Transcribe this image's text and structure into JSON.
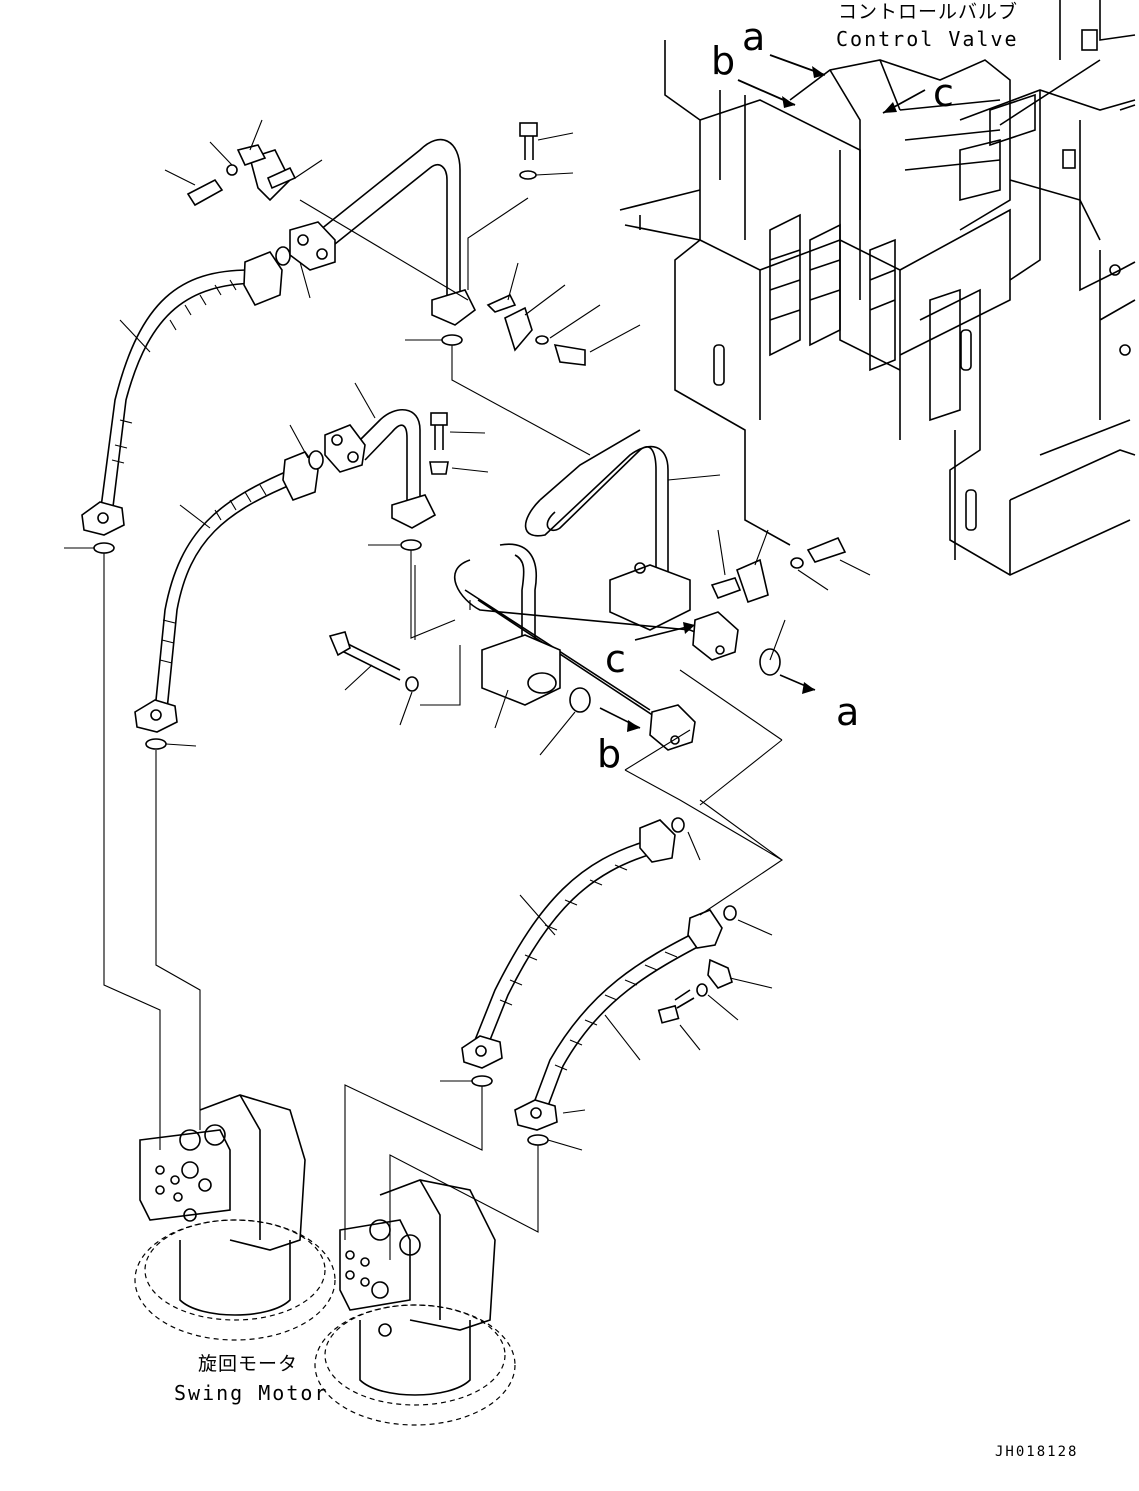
{
  "labels": {
    "control_valve_jp": "コントロールバルブ",
    "control_valve_en": "Control Valve",
    "swing_motor_jp": "旋回モータ",
    "swing_motor_en": "Swing Motor",
    "drawing_code": "JH018128"
  },
  "callouts": {
    "a_top": "a",
    "b_top": "b",
    "c_top": "c",
    "a_mid": "a",
    "b_mid": "b",
    "c_mid": "c"
  }
}
